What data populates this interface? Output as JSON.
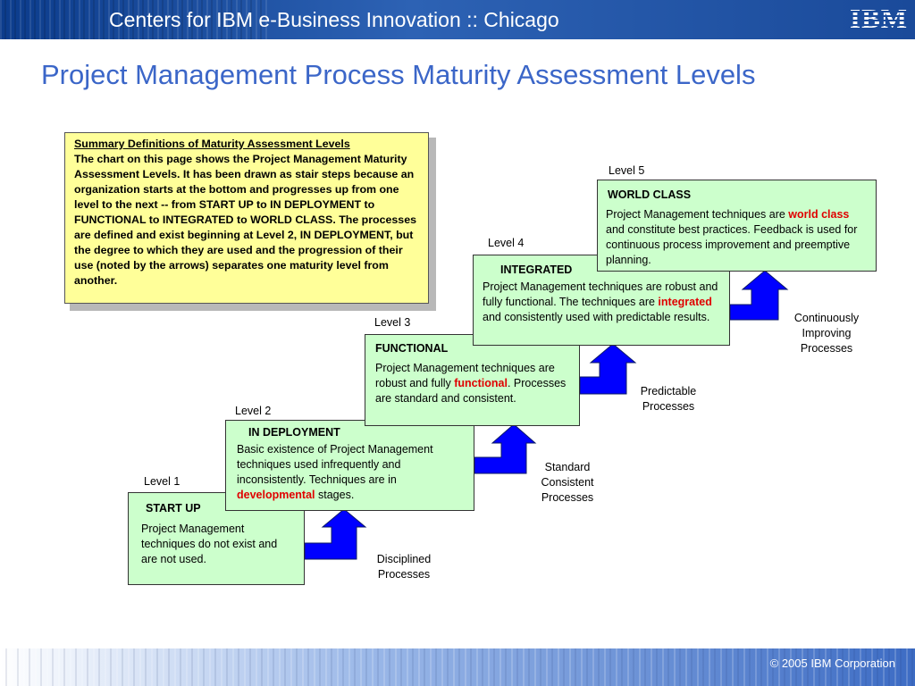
{
  "header": {
    "title": "Centers for IBM e-Business Innovation :: Chicago",
    "logo": "IBM"
  },
  "page_title": "Project Management Process Maturity Assessment Levels",
  "note": {
    "heading": "Summary Definitions of Maturity Assessment Levels",
    "body": "The chart on this page shows the Project Management Maturity Assessment Levels.  It has been drawn as stair steps because an organization starts at the bottom and progresses up from one level to the next -- from START UP to IN DEPLOYMENT to FUNCTIONAL to INTEGRATED to WORLD CLASS.  The processes are defined and exist beginning at Level 2, IN DEPLOYMENT, but the degree to which  they are used and the progression of their use (noted by the arrows) separates one maturity level from another."
  },
  "levels": [
    {
      "label": "Level 1",
      "title": "START UP",
      "desc_pre": "Project Management techniques do not exist and are not used.",
      "highlight": "",
      "desc_post": ""
    },
    {
      "label": "Level 2",
      "title": "IN DEPLOYMENT",
      "desc_pre": "Basic existence of Project Management techniques used infrequently and inconsistently. Techniques are in ",
      "highlight": "developmental",
      "desc_post": " stages."
    },
    {
      "label": "Level 3",
      "title": "FUNCTIONAL",
      "desc_pre": "Project Management techniques are robust and fully ",
      "highlight": "functional",
      "desc_post": ". Processes are standard and consistent."
    },
    {
      "label": "Level 4",
      "title": "INTEGRATED",
      "desc_pre": "Project Management techniques are robust and fully functional. The techniques are ",
      "highlight": "integrated",
      "desc_post": " and consistently used with predictable results."
    },
    {
      "label": "Level 5",
      "title": "WORLD CLASS",
      "desc_pre": "Project Management techniques are ",
      "highlight": "world class",
      "desc_post": " and constitute best practices. Feedback is used for continuous process improvement and preemptive planning."
    }
  ],
  "captions": [
    {
      "line1": "Disciplined",
      "line2": "Processes",
      "line3": ""
    },
    {
      "line1": "Standard",
      "line2": "Consistent",
      "line3": "Processes"
    },
    {
      "line1": "Predictable",
      "line2": "Processes",
      "line3": ""
    },
    {
      "line1": "Continuously",
      "line2": "Improving",
      "line3": "Processes"
    }
  ],
  "colors": {
    "box_fill": "#ccffcc",
    "note_fill": "#ffff99",
    "arrow_fill": "#0000ff",
    "highlight": "#e00000",
    "title": "#3b66c8"
  },
  "footer": {
    "copyright": "© 2005 IBM Corporation"
  }
}
